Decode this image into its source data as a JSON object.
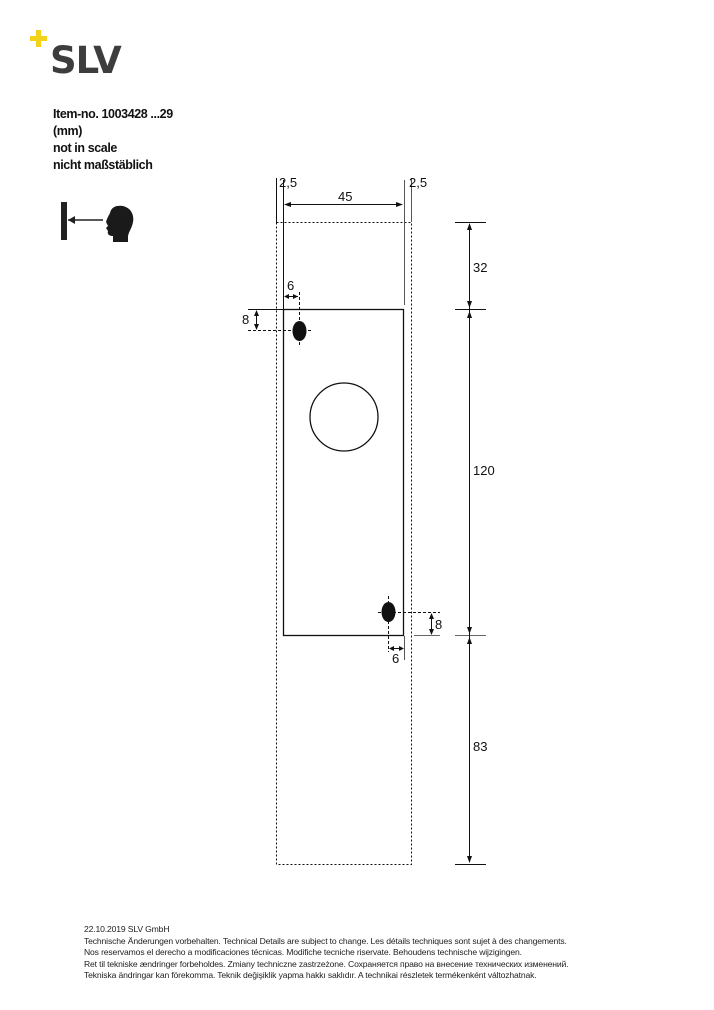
{
  "logo": {
    "text": "SLV",
    "accent_color": "#f2d21b",
    "text_color": "#3d3d3d"
  },
  "info": {
    "item_no": "Item-no. 1003428 ...29",
    "unit": "(mm)",
    "scale_en": "not in scale",
    "scale_de": "nicht maßstäblich"
  },
  "view_icon": "viewer-facing-wall-icon",
  "dimensions": {
    "left_offset": "2,5",
    "width": "45",
    "right_offset": "2,5",
    "top": "32",
    "plate_height": "120",
    "bottom": "83",
    "hole_top_x": "6",
    "hole_top_y": "8",
    "hole_bottom_y": "8",
    "hole_bottom_x": "6"
  },
  "footer": {
    "date_company": "22.10.2019   SLV GmbH",
    "lines": [
      "Technische Änderungen vorbehalten. Technical Details are subject to change. Les détails techniques sont sujet à des changements.",
      "Nos reservamos el derecho a modificaciones técnicas. Modifiche tecniche riservate. Behoudens technische wijzigingen.",
      "Ret til tekniske ændringer forbeholdes. Zmiany techniczne zastrzeżone. Сохраняется право на внесение технических изменений.",
      "Tekniska ändringar kan förekomma. Teknik değişiklik yapma hakkı saklıdır. A technikai részletek termékenként változhatnak."
    ]
  }
}
